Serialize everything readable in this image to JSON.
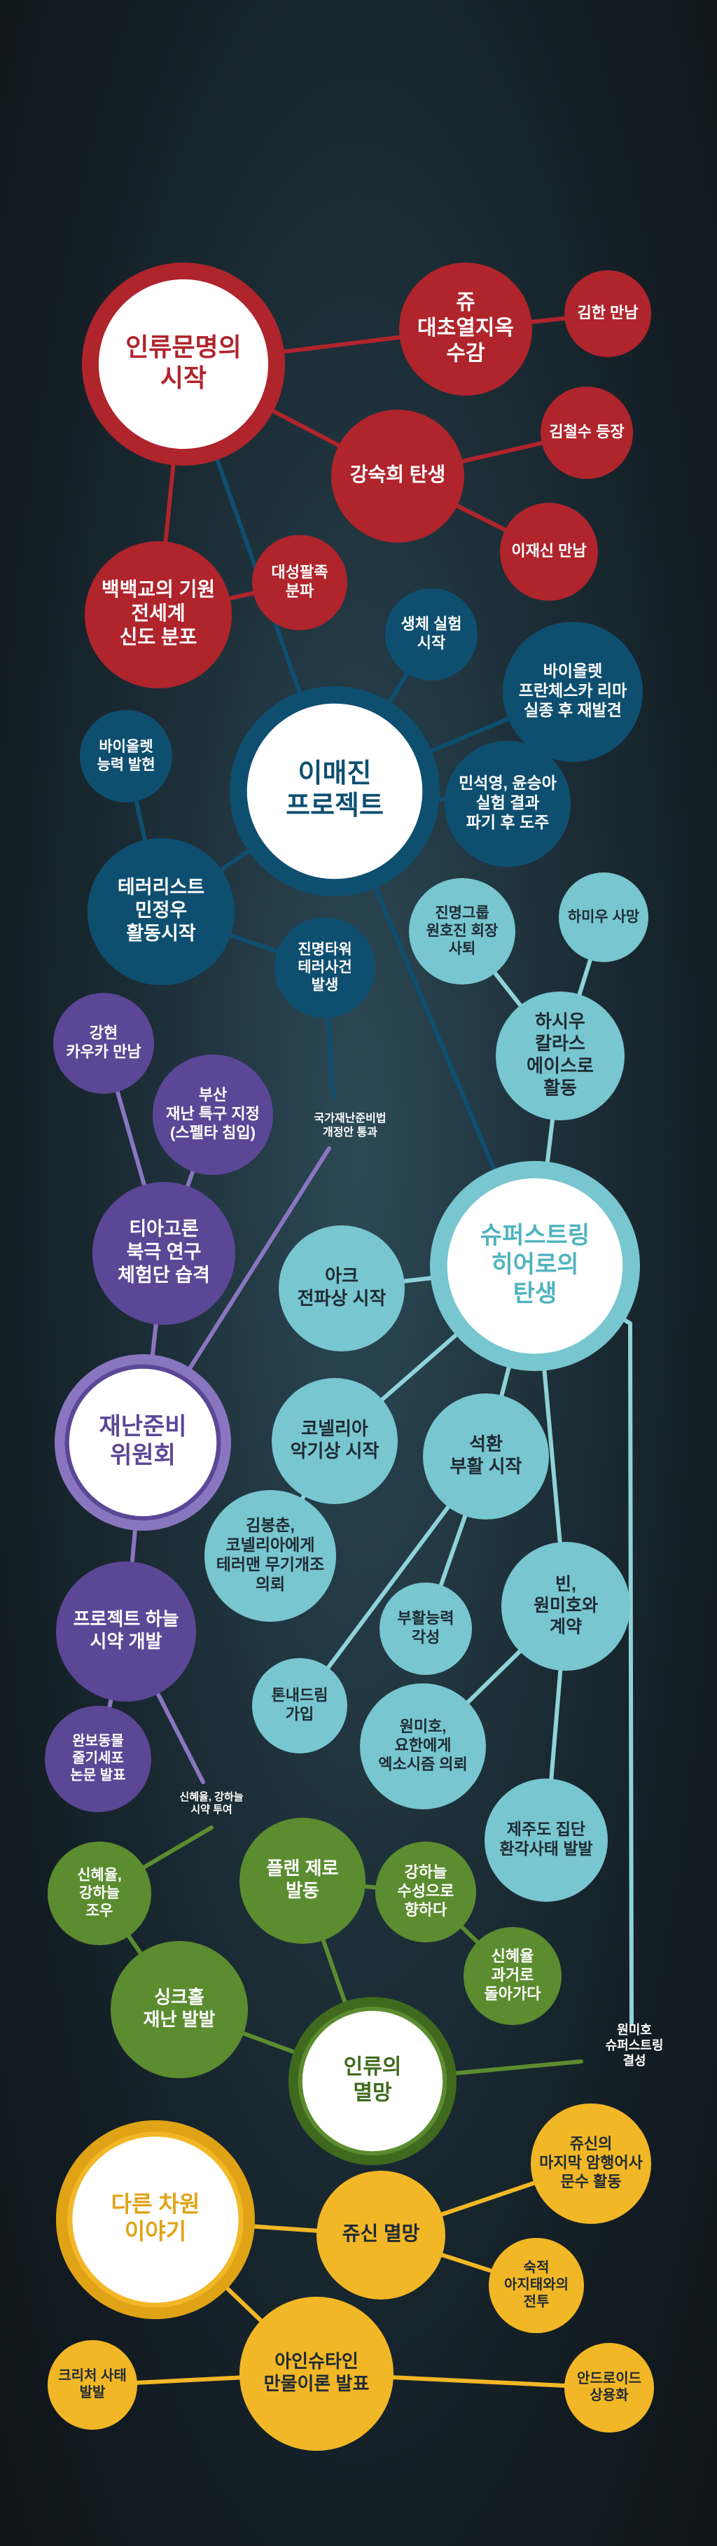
{
  "colors": {
    "red": "#b0242c",
    "red_dark": "#8e1a22",
    "blue": "#0e4f70",
    "blue_dark": "#083b55",
    "teal": "#78c6cf",
    "teal_line": "#8fd2d9",
    "purple": "#5b4796",
    "purple_ring": "#8a76c0",
    "green": "#5b8c2f",
    "green_ring": "#3f6a1e",
    "gold": "#f2b726",
    "gold_ring": "#e0a316",
    "white": "#ffffff",
    "dark_text": "#1f2a33"
  },
  "nodes": [
    {
      "id": "red-hub",
      "type": "hub",
      "color": "red",
      "lines": [
        "인류문명의",
        "시작"
      ]
    },
    {
      "id": "joo-hell",
      "type": "node",
      "color": "red",
      "lines": [
        "쥬",
        "대초열지옥",
        "수감"
      ]
    },
    {
      "id": "meet-kimhan",
      "type": "node",
      "color": "red",
      "lines": [
        "김한 만남"
      ]
    },
    {
      "id": "kangsukhee-birth",
      "type": "node",
      "color": "red",
      "lines": [
        "강숙희 탄생"
      ]
    },
    {
      "id": "kimcheolsu-appear",
      "type": "node",
      "color": "red",
      "lines": [
        "김철수 등장"
      ]
    },
    {
      "id": "meet-leejaesin",
      "type": "node",
      "color": "red",
      "lines": [
        "이재신 만남"
      ]
    },
    {
      "id": "baekbaek-origin",
      "type": "node",
      "color": "red",
      "lines": [
        "백백교의 기원",
        "전세계",
        "신도 분포"
      ]
    },
    {
      "id": "daesung-split",
      "type": "node",
      "color": "red",
      "lines": [
        "대성팔족",
        "분파"
      ]
    },
    {
      "id": "blue-hub",
      "type": "hub",
      "color": "blue",
      "lines": [
        "이매진",
        "프로젝트"
      ]
    },
    {
      "id": "bio-experiment",
      "type": "node",
      "color": "blue",
      "lines": [
        "생체 실험",
        "시작"
      ]
    },
    {
      "id": "bio-francesca",
      "type": "node",
      "color": "blue",
      "lines": [
        "바이올렛",
        "프란체스카 리마",
        "실종 후 재발견"
      ]
    },
    {
      "id": "bio-ability",
      "type": "node",
      "color": "blue",
      "lines": [
        "바이올렛",
        "능력 발현"
      ]
    },
    {
      "id": "min-escape",
      "type": "node",
      "color": "blue",
      "lines": [
        "민석영, 윤승아",
        "실험 결과",
        "파기 후 도주"
      ]
    },
    {
      "id": "terrorist-min",
      "type": "node",
      "color": "blue",
      "lines": [
        "테러리스트",
        "민정우",
        "활동시작"
      ]
    },
    {
      "id": "jinmyung-terror",
      "type": "node",
      "color": "blue",
      "lines": [
        "진명타워",
        "테러사건",
        "발생"
      ]
    },
    {
      "id": "jinmyung-chairman",
      "type": "node",
      "color": "teal",
      "lines": [
        "진명그룹",
        "원호진 회장",
        "사퇴"
      ]
    },
    {
      "id": "hamiu-death",
      "type": "node",
      "color": "teal",
      "lines": [
        "하미우 사망"
      ]
    },
    {
      "id": "hasiu-kalkas",
      "type": "node",
      "color": "teal",
      "lines": [
        "하시우",
        "칼라스",
        "에이스로",
        "활동"
      ]
    },
    {
      "id": "teal-hub",
      "type": "hub",
      "color": "teal",
      "lines": [
        "슈퍼스트링",
        "히어로의",
        "탄생"
      ]
    },
    {
      "id": "ark-spread",
      "type": "node",
      "color": "teal",
      "lines": [
        "아크",
        "전파상 시작"
      ]
    },
    {
      "id": "cornelia-shop",
      "type": "node",
      "color": "teal",
      "lines": [
        "코넬리아",
        "악기상 시작"
      ]
    },
    {
      "id": "seokhwan-revive",
      "type": "node",
      "color": "teal",
      "lines": [
        "석환",
        "부활 시작"
      ]
    },
    {
      "id": "kimbongchun",
      "type": "node",
      "color": "teal",
      "lines": [
        "김봉춘,",
        "코넬리아에게",
        "테러맨 무기개조",
        "의뢰"
      ]
    },
    {
      "id": "revive-ability",
      "type": "node",
      "color": "teal",
      "lines": [
        "부활능력",
        "각성"
      ]
    },
    {
      "id": "bin-contract",
      "type": "node",
      "color": "teal",
      "lines": [
        "빈,",
        "원미호와",
        "계약"
      ]
    },
    {
      "id": "tondream-join",
      "type": "node",
      "color": "teal",
      "lines": [
        "톤내드림",
        "가입"
      ]
    },
    {
      "id": "wonmiho-yohan",
      "type": "node",
      "color": "teal",
      "lines": [
        "원미호,",
        "요한에게",
        "엑소시즘 의뢰"
      ]
    },
    {
      "id": "jeju-hallucination",
      "type": "node",
      "color": "teal",
      "lines": [
        "제주도 집단",
        "환각사태 발발"
      ]
    },
    {
      "id": "gangheon-meet",
      "type": "node",
      "color": "purple",
      "lines": [
        "강현",
        "카우카 만남"
      ]
    },
    {
      "id": "busan-zone",
      "type": "node",
      "color": "purple",
      "lines": [
        "부산",
        "재난 특구 지정",
        "(스펠타 침입)"
      ]
    },
    {
      "id": "tiagoron-attack",
      "type": "node",
      "color": "purple",
      "lines": [
        "티아고론",
        "북극 연구",
        "체험단 습격"
      ]
    },
    {
      "id": "purple-hub",
      "type": "hub",
      "color": "purple",
      "lines": [
        "재난준비",
        "위원회"
      ]
    },
    {
      "id": "project-haneul",
      "type": "node",
      "color": "purple",
      "lines": [
        "프로젝트 하늘",
        "시약 개발"
      ]
    },
    {
      "id": "wanbo-paper",
      "type": "node",
      "color": "purple",
      "lines": [
        "완보동물",
        "줄기세포",
        "논문 발표"
      ]
    },
    {
      "id": "shin-kang-meet",
      "type": "node",
      "color": "green",
      "lines": [
        "신혜율,",
        "강하늘",
        "조우"
      ]
    },
    {
      "id": "plan-zero",
      "type": "node",
      "color": "green",
      "lines": [
        "플랜 제로",
        "발동"
      ]
    },
    {
      "id": "kang-castle",
      "type": "node",
      "color": "green",
      "lines": [
        "강하늘",
        "수성으로",
        "향하다"
      ]
    },
    {
      "id": "shin-past",
      "type": "node",
      "color": "green",
      "lines": [
        "신혜율",
        "과거로",
        "돌아가다"
      ]
    },
    {
      "id": "synchro-disaster",
      "type": "node",
      "color": "green",
      "lines": [
        "싱크홀",
        "재난 발발"
      ]
    },
    {
      "id": "green-hub",
      "type": "hub",
      "color": "green",
      "lines": [
        "인류의",
        "멸망"
      ]
    },
    {
      "id": "gold-hub",
      "type": "hub",
      "color": "gold",
      "lines": [
        "다른 차원",
        "이야기"
      ]
    },
    {
      "id": "jusin-extinct",
      "type": "node",
      "color": "gold",
      "lines": [
        "쥬신 멸망"
      ]
    },
    {
      "id": "jusin-last",
      "type": "node",
      "color": "gold",
      "lines": [
        "쥬신의",
        "마지막 암행어사",
        "문수 활동"
      ]
    },
    {
      "id": "rival-war",
      "type": "node",
      "color": "gold",
      "lines": [
        "숙적",
        "아지태와의",
        "전투"
      ]
    },
    {
      "id": "einstein-theory",
      "type": "node",
      "color": "gold",
      "lines": [
        "아인슈타인",
        "만물이론 발표"
      ]
    },
    {
      "id": "creature-incident",
      "type": "node",
      "color": "gold",
      "lines": [
        "크리처 사태",
        "발발"
      ]
    },
    {
      "id": "android-commercial",
      "type": "node",
      "color": "gold",
      "lines": [
        "안드로이드",
        "상용화"
      ]
    }
  ],
  "free_labels": [
    {
      "id": "disaster-act",
      "lines": [
        "국가재난준비법",
        "개정안 통과"
      ]
    },
    {
      "id": "shin-kang-injection",
      "lines": [
        "신혜율, 강하늘",
        "시약 투여"
      ]
    },
    {
      "id": "wonmiho-formation",
      "lines": [
        "원미호",
        "슈퍼스트링",
        "결성"
      ]
    }
  ]
}
